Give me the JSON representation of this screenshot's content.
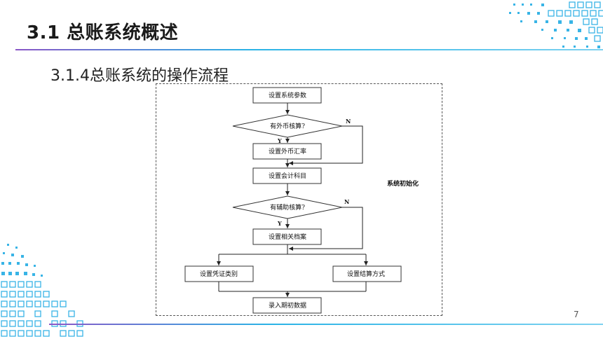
{
  "slide": {
    "title": "3.1 总账系统概述",
    "subtitle": "3.1.4总账系统的操作流程",
    "page_number": "7"
  },
  "flowchart": {
    "step_set_params": "设置系统参数",
    "decision_foreign": "有外币核算?",
    "yes_label_1": "Y",
    "no_label_1": "N",
    "step_exchange_rate": "设置外币汇率",
    "step_accounts": "设置会计科目",
    "side_label": "系统初始化",
    "decision_aux": "有辅助核算?",
    "yes_label_2": "Y",
    "no_label_2": "N",
    "step_archives": "设置相关档案",
    "step_voucher_types": "设置凭证类别",
    "step_settlement": "设置结算方式",
    "step_opening_data": "录入期初数据"
  },
  "colors": {
    "accent_purple": "#8a57c7",
    "accent_blue": "#2bb3e6",
    "deco_blue": "#38b4e6"
  }
}
